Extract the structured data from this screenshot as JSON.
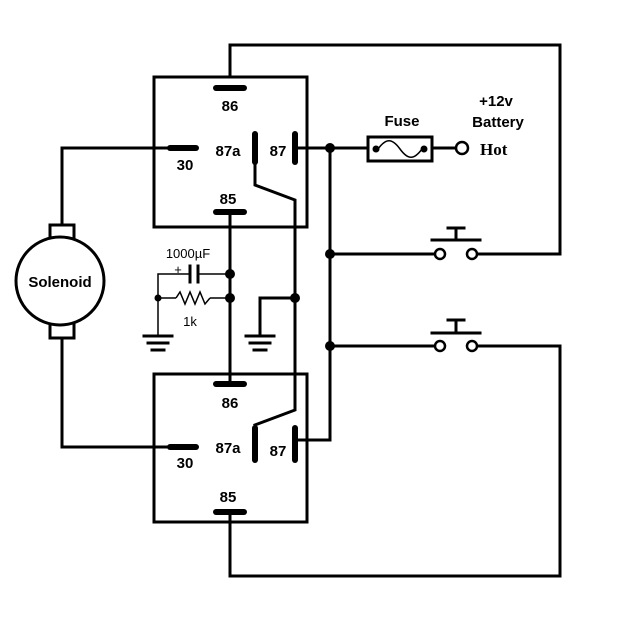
{
  "relay_top": {
    "pin86": "86",
    "pin87a": "87a",
    "pin87": "87",
    "pin30": "30",
    "pin85": "85"
  },
  "relay_bottom": {
    "pin86": "86",
    "pin87a": "87a",
    "pin87": "87",
    "pin30": "30",
    "pin85": "85"
  },
  "solenoid_label": "Solenoid",
  "fuse_label": "Fuse",
  "battery_voltage": "+12v",
  "battery_label": "Battery",
  "hot_label": "Hot",
  "capacitor_label": "1000µF",
  "capacitor_polarity": "+",
  "resistor_label": "1k"
}
